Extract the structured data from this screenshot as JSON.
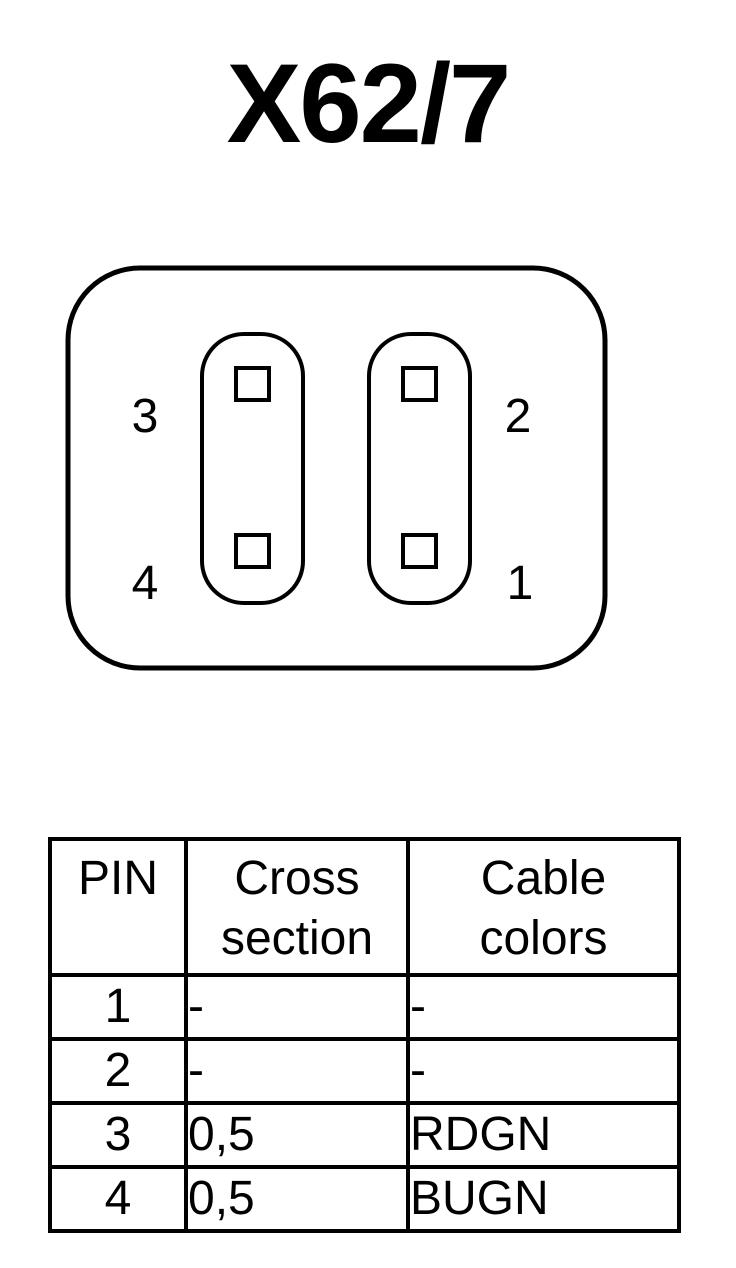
{
  "title": "X62/7",
  "connector": {
    "pin_labels": {
      "p1": "1",
      "p2": "2",
      "p3": "3",
      "p4": "4"
    }
  },
  "table": {
    "headers": {
      "pin": "PIN",
      "cross_line1": "Cross",
      "cross_line2": "section",
      "color_line1": "Cable",
      "color_line2": "colors"
    },
    "rows": [
      {
        "pin": "1",
        "cross": "-",
        "color": "-"
      },
      {
        "pin": "2",
        "cross": "-",
        "color": "-"
      },
      {
        "pin": "3",
        "cross": "0,5",
        "color": "RDGN"
      },
      {
        "pin": "4",
        "cross": "0,5",
        "color": "BUGN"
      }
    ]
  }
}
